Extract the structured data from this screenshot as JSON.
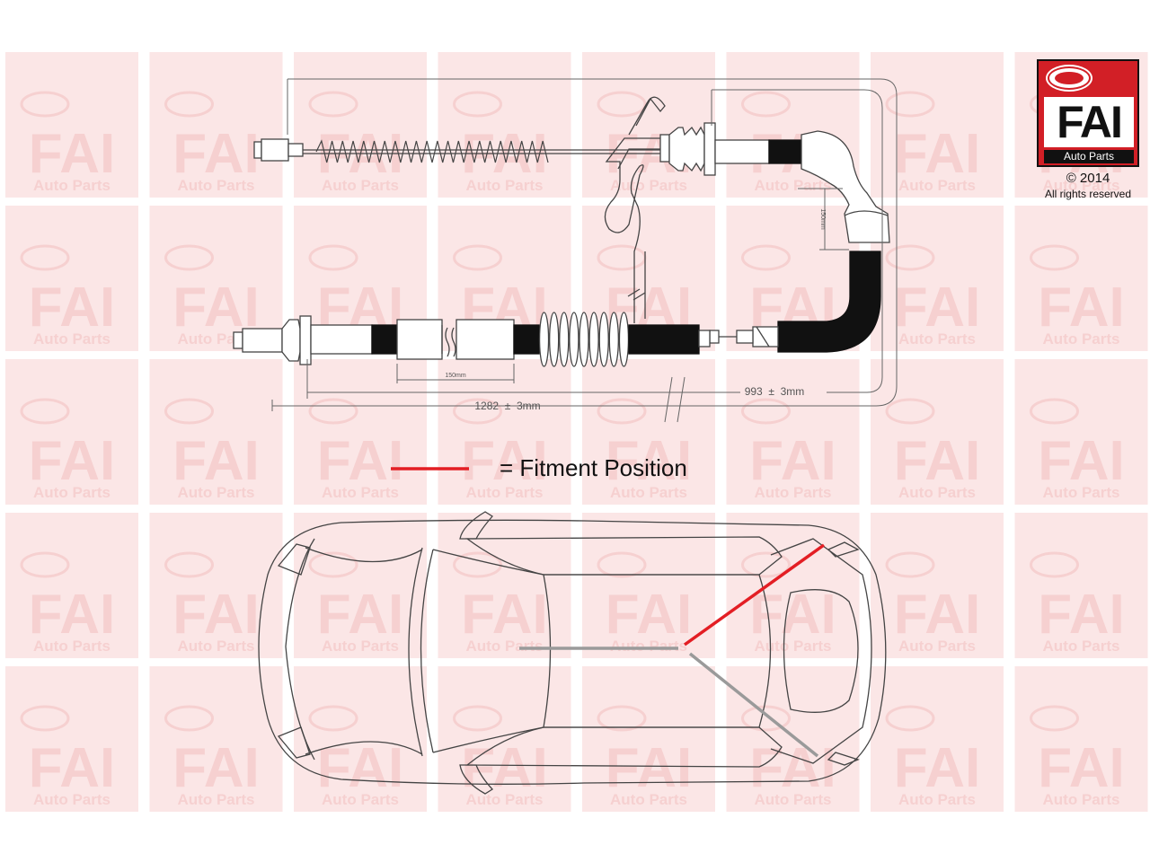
{
  "watermark": {
    "brand": "FAI",
    "sub": "Auto Parts",
    "bg_color": "#fbe6e6",
    "text_color": "#f6d0d0"
  },
  "logo": {
    "brand": "FAI",
    "sub": "Auto Parts",
    "color": "#d21f26"
  },
  "copyright": {
    "year": "© 2014",
    "rights": "All rights reserved"
  },
  "dimensions": {
    "total_length": "1282  ±  3mm",
    "inner_length": "993  ±  3mm",
    "segment_150_horizontal": "150mm",
    "segment_150_vertical": "150mm"
  },
  "legend": {
    "label": "= Fitment Position",
    "line_color": "#e31e24"
  },
  "colors": {
    "cable_sheath": "#111111",
    "outline": "#444444",
    "fitment_line": "#e31e24",
    "other_cable_line": "#999999"
  }
}
